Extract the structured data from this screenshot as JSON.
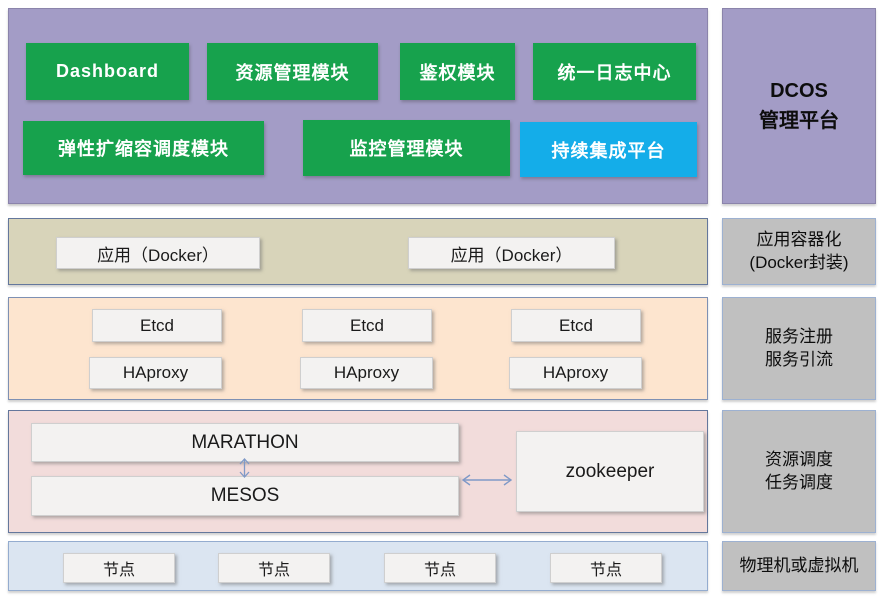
{
  "platform": {
    "row1": [
      {
        "label": "Dashboard"
      },
      {
        "label": "资源管理模块"
      },
      {
        "label": "鉴权模块"
      },
      {
        "label": "统一日志中心"
      }
    ],
    "row2": [
      {
        "label": "弹性扩缩容调度模块"
      },
      {
        "label": "监控管理模块"
      },
      {
        "label": "持续集成平台"
      }
    ]
  },
  "app_layer": {
    "boxes": [
      "应用（Docker）",
      "应用（Docker）"
    ]
  },
  "service_layer": {
    "etcd": [
      "Etcd",
      "Etcd",
      "Etcd"
    ],
    "haproxy": [
      "HAproxy",
      "HAproxy",
      "HAproxy"
    ]
  },
  "scheduler_layer": {
    "marathon": "MARATHON",
    "mesos": "MESOS",
    "zookeeper": "zookeeper"
  },
  "node_layer": {
    "nodes": [
      "节点",
      "节点",
      "节点",
      "节点"
    ]
  },
  "right_column": [
    {
      "line1": "DCOS",
      "line2": "管理平台"
    },
    {
      "line1": "应用容器化",
      "line2": "(Docker封装)"
    },
    {
      "line1": "服务注册",
      "line2": "服务引流"
    },
    {
      "line1": "资源调度",
      "line2": "任务调度"
    },
    {
      "line1": "物理机或虚拟机",
      "line2": ""
    }
  ],
  "colors": {
    "platform_bg": "#a39cc6",
    "module_green": "#17a24d",
    "module_blue": "#14ade9",
    "app_layer_bg": "#d8d4ba",
    "service_layer_bg": "#fde5cf",
    "scheduler_layer_bg": "#f2dcdb",
    "node_layer_bg": "#dbe5f1",
    "label_box_bg": "#c0c0c0",
    "item_box_bg": "#f3f2f1",
    "arrow": "#7f99c7"
  }
}
